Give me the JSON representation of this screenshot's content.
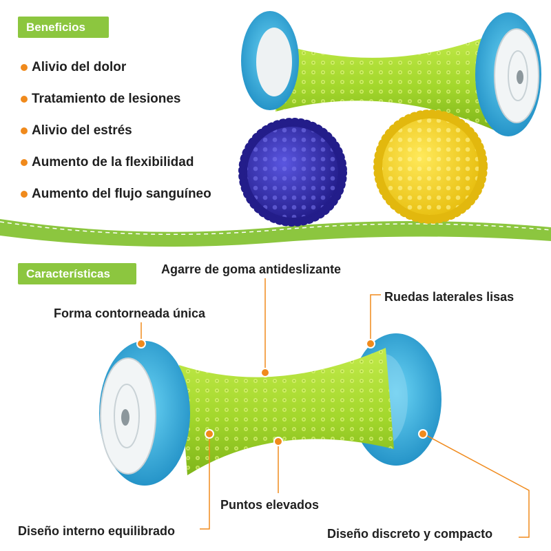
{
  "sections": {
    "benefits_label": "Beneficios",
    "features_label": "Características"
  },
  "benefits": [
    {
      "label": "Alivio del dolor"
    },
    {
      "label": "Tratamiento de lesiones"
    },
    {
      "label": "Alivio del estrés"
    },
    {
      "label": "Aumento de la flexibilidad"
    },
    {
      "label": "Aumento del flujo sanguíneo"
    }
  ],
  "features": {
    "grip": "Agarre de goma antideslizante",
    "shape": "Forma contorneada única",
    "wheels": "Ruedas laterales lisas",
    "points": "Puntos elevados",
    "inner": "Diseño interno equilibrado",
    "compact": "Diseño discreto y compacto"
  },
  "colors": {
    "accent_green": "#8cc63f",
    "callout_orange": "#f08a1c",
    "roller_green": "#a4d82c",
    "wheel_blue": "#2fa8d8",
    "ball_blue": "#2f2aa3",
    "ball_yellow": "#f2d21e"
  },
  "icons": {
    "bullet": "orange-dot",
    "top_image": "massage-roller-and-spiky-balls",
    "bottom_image": "massage-roller-callouts"
  }
}
